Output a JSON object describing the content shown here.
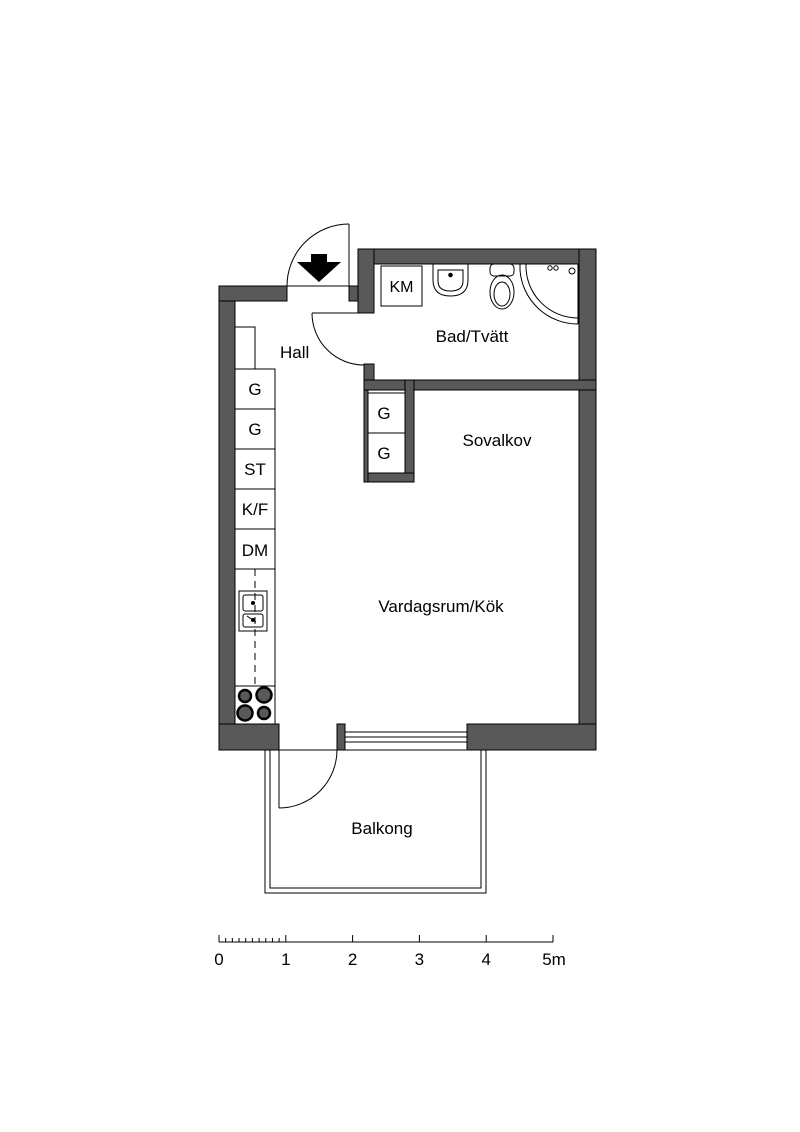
{
  "colors": {
    "wall": "#595959",
    "line": "#000000",
    "background": "#ffffff"
  },
  "icons": {
    "entrance": "entrance-arrow-icon",
    "sink": "sink-icon",
    "toilet": "toilet-icon",
    "shower": "shower-icon",
    "kitchen_sink": "kitchen-sink-icon",
    "stove": "stove-icon"
  },
  "rooms": {
    "hall": "Hall",
    "bathroom": "Bad/Tvätt",
    "bedroom_alcove": "Sovalkov",
    "living_kitchen": "Vardagsrum/Kök",
    "balcony": "Balkong"
  },
  "fixtures": {
    "washing_machine": "KM",
    "wardrobe_1": "G",
    "wardrobe_2": "G",
    "wardrobe_3": "G",
    "wardrobe_4": "G",
    "cabinet": "ST",
    "fridge_freezer": "K/F",
    "dishwasher": "DM"
  },
  "scale": {
    "labels": [
      "0",
      "1",
      "2",
      "3",
      "4",
      "5m"
    ],
    "unit": "m"
  }
}
